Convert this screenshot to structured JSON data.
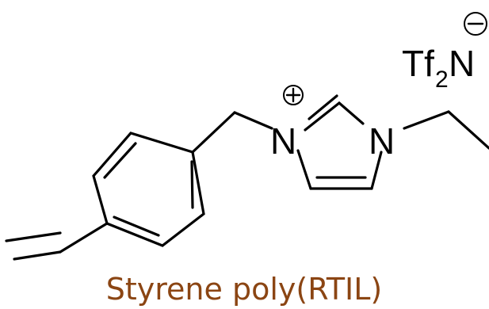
{
  "molecule": {
    "anion_prefix": "Tf",
    "anion_subscript": "2",
    "anion_atom": "N",
    "ring_atom_1": "N",
    "ring_atom_2": "N"
  },
  "caption": "Styrene poly(RTIL)",
  "colors": {
    "caption": "#8b4513",
    "bonds": "#000000"
  }
}
